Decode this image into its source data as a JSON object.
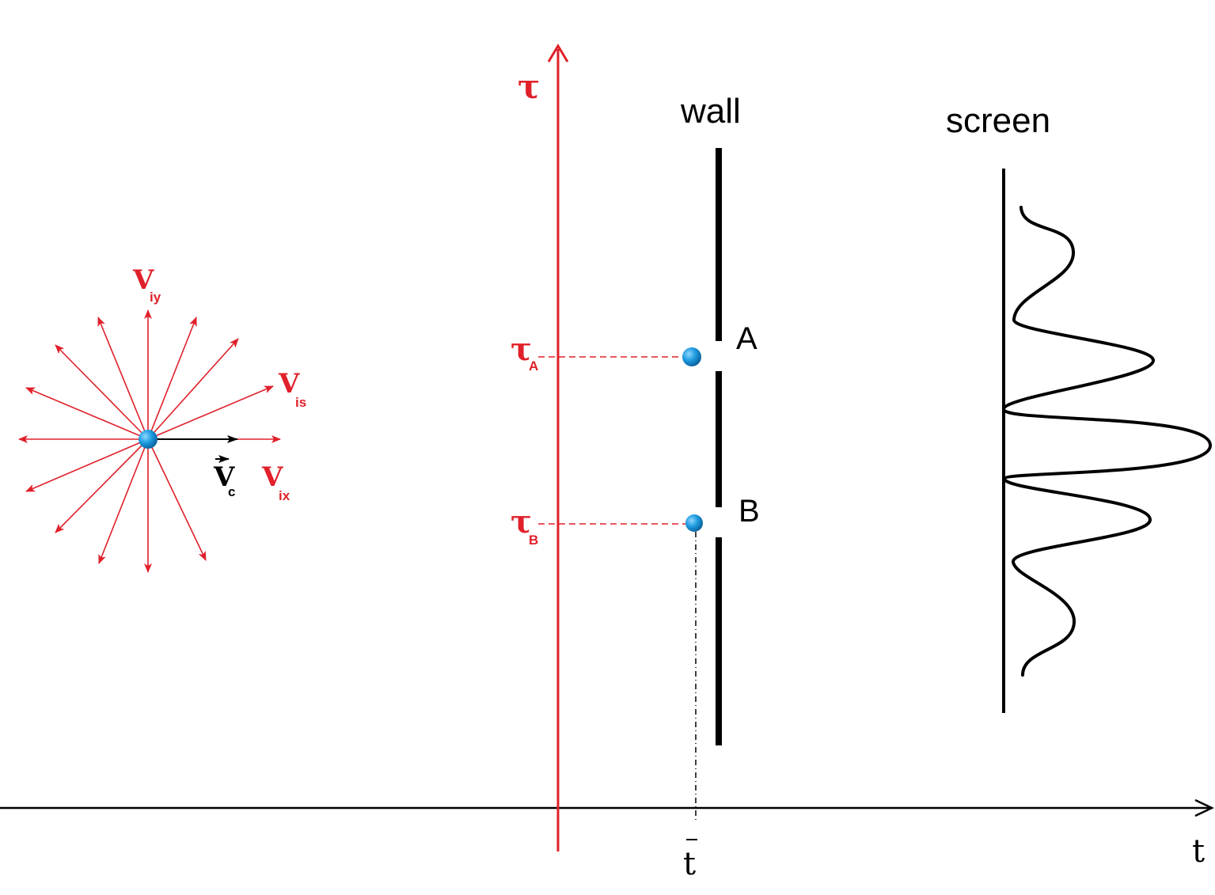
{
  "labels": {
    "tau_axis": "τ",
    "tau_a_main": "τ",
    "tau_a_sub": "A",
    "tau_b_main": "τ",
    "tau_b_sub": "B",
    "t_axis": "t",
    "t_bar": "t",
    "wall": "wall",
    "screen": "screen",
    "slit_a": "A",
    "slit_b": "B",
    "v_iy_main": "V",
    "v_iy_sub": "iy",
    "v_is_main": "V",
    "v_is_sub": "is",
    "v_ix_main": "V",
    "v_ix_sub": "ix",
    "v_c_main": "V",
    "v_c_sub": "c"
  },
  "colors": {
    "red": "#e0202a",
    "black": "#000000",
    "particle": "#1e9be0"
  },
  "icons": {
    "particle": "particle-dot",
    "vector_arrow": "vector-arrow-icon"
  }
}
